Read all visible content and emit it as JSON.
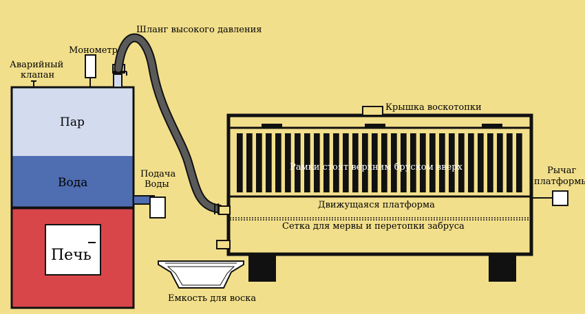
{
  "labels": {
    "hose": "Шланг высокого давления",
    "manometer": "Монометр",
    "safety_valve_line1": "Аварийный",
    "safety_valve_line2": "клапан",
    "steam": "Пар",
    "water": "Вода",
    "water_feed_line1": "Подача",
    "water_feed_line2": "Воды",
    "furnace": "Печь",
    "wax_container": "Емкость для воска",
    "lid": "Крышка воскотопки",
    "frames": "Рамки стоят верхним бруском вверх",
    "moving_platform": "Движущаяся платформа",
    "mesh": "Сетка для мервы и перетопки забруса",
    "lever_line1": "Рычаг",
    "lever_line2": "платформы"
  },
  "colors": {
    "background": "#f2df8c",
    "steam": "#d3dcee",
    "water": "#4f6db1",
    "furnace": "#d9464a",
    "outline": "#111111"
  }
}
